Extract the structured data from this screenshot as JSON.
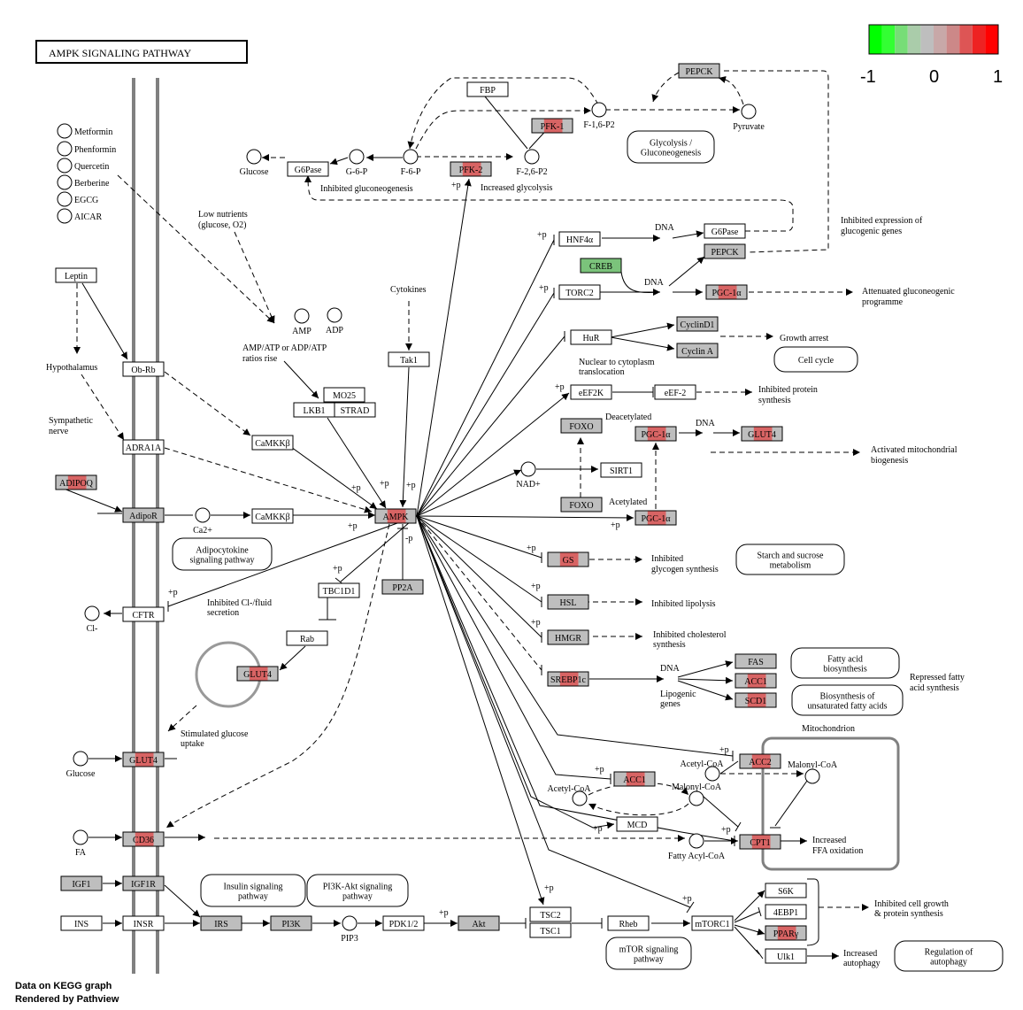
{
  "title": "AMPK SIGNALING PATHWAY",
  "legend": {
    "min_label": "-1",
    "mid_label": "0",
    "max_label": "1",
    "colors": [
      "#00ff00",
      "#33ff33",
      "#77dd77",
      "#aaccaa",
      "#bebebe",
      "#c8a8a8",
      "#cc8888",
      "#dd5555",
      "#ee2222",
      "#ff0000"
    ]
  },
  "footer": {
    "line1": "Data on KEGG graph",
    "line2": "Rendered by Pathview"
  },
  "colors": {
    "gray": "#bebebe",
    "white": "#ffffff",
    "red": "#dd5555",
    "light_red": "#d58a8a",
    "green": "#7bc37b",
    "membrane": "#808080"
  },
  "genes": {
    "pepck_top": "PEPCK",
    "fbp": "FBP",
    "pfk1": "PFK-1",
    "pfk2": "PFK-2",
    "g6pase_top": "G6Pase",
    "hnf4a": "HNF4α",
    "g6pase_r": "G6Pase",
    "pepck_r": "PEPCK",
    "creb": "CREB",
    "torc2": "TORC2",
    "pgc1a_1": "PGC-1α",
    "hur": "HuR",
    "cyclind1": "CyclinD1",
    "cyclina": "Cyclin A",
    "eef2k": "eEF2K",
    "eef2": "eEF-2",
    "foxo_1": "FOXO",
    "pgc1a_2": "PGC-1α",
    "glut4_r": "GLUT4",
    "sirt1": "SIRT1",
    "foxo_2": "FOXO",
    "pgc1a_3": "PGC-1α",
    "leptin": "Leptin",
    "obrb": "Ob-Rb",
    "adra1a": "ADRA1A",
    "adipoq": "ADIPOQ",
    "adipor": "AdipoR",
    "camkkb_1": "CaMKKβ",
    "camkkb_2": "CaMKKβ",
    "mo25": "MO25",
    "lkb1": "LKB1",
    "strad": "STRAD",
    "tak1": "Tak1",
    "ampk": "AMPK",
    "pp2a": "PP2A",
    "tbc1d1": "TBC1D1",
    "rab": "Rab",
    "glut4_c": "GLUT4",
    "cftr": "CFTR",
    "glut4_m": "GLUT4",
    "cd36": "CD36",
    "gs": "GS",
    "hsl": "HSL",
    "hmgr": "HMGR",
    "srebp1c": "SREBP1c",
    "fas": "FAS",
    "acc1_r": "ACC1",
    "scd1": "SCD1",
    "acc2": "ACC2",
    "acc1_b": "ACC1",
    "mcd": "MCD",
    "cpt1": "CPT1",
    "igf1": "IGF1",
    "igf1r": "IGF1R",
    "ins": "INS",
    "insr": "INSR",
    "irs": "IRS",
    "pi3k": "PI3K",
    "pdk12": "PDK1/2",
    "akt": "Akt",
    "tsc2": "TSC2",
    "tsc1": "TSC1",
    "rheb": "Rheb",
    "mtorc1": "mTORC1",
    "s6k": "S6K",
    "4ebp1": "4EBP1",
    "ppary": "PPARγ",
    "ulk1": "Ulk1"
  },
  "compounds": {
    "metformin": "Metformin",
    "phenformin": "Phenformin",
    "quercetin": "Quercetin",
    "berberine": "Berberine",
    "egcg": "EGCG",
    "aicar": "AICAR",
    "amp": "AMP",
    "adp": "ADP",
    "glucose_top": "Glucose",
    "g6p": "G-6-P",
    "f6p": "F-6-P",
    "f26p2": "F-2,6-P2",
    "f16p2": "F-1,6-P2",
    "pyruvate": "Pyruvate",
    "ca": "Ca2+",
    "nad": "NAD+",
    "cl": "Cl-",
    "glucose_m": "Glucose",
    "fa": "FA",
    "pip3": "PIP3",
    "acetyl_coa_1": "Acetyl-CoA",
    "acetyl_coa_2": "Acetyl-CoA",
    "malonyl_coa_1": "Malonyl-CoA",
    "malonyl_coa_2": "Malonyl-CoA",
    "fatty_acyl_coa": "Fatty Acyl-CoA"
  },
  "maps": {
    "glycolysis": [
      "Glycolysis /",
      "Gluconeogenesis"
    ],
    "adipocytokine": [
      "Adipocytokine",
      "signaling pathway"
    ],
    "cell_cycle": "Cell cycle",
    "starch": [
      "Starch and sucrose",
      "metabolism"
    ],
    "fatty_acid": [
      "Fatty acid",
      "biosynthesis"
    ],
    "unsat_fa": [
      "Biosynthesis of",
      "unsaturated fatty acids"
    ],
    "insulin": [
      "Insulin signaling",
      "pathway"
    ],
    "pi3k_akt": [
      "PI3K-Akt signaling",
      "pathway"
    ],
    "mtor": [
      "mTOR signaling",
      "pathway"
    ],
    "autophagy": [
      "Regulation of",
      "autophagy"
    ]
  },
  "labels": {
    "inhibited_gluconeogenesis": "Inhibited gluconeogenesis",
    "increased_glycolysis": "Increased glycolysis",
    "low_nutrients_1": "Low nutrients",
    "low_nutrients_2": "(glucose, O2)",
    "ratios_1": "AMP/ATP or ADP/ATP",
    "ratios_2": "ratios rise",
    "cytokines": "Cytokines",
    "hypothalamus": "Hypothalamus",
    "sympathetic_1": "Sympathetic",
    "sympathetic_2": "nerve",
    "inhibited_expr_1": "Inhibited expression of",
    "inhibited_expr_2": "glucogenic genes",
    "attenuated_1": "Attenuated gluconeogenic",
    "attenuated_2": "programme",
    "growth_arrest": "Growth arrest",
    "nuclear_1": "Nuclear to cytoplasm",
    "nuclear_2": "translocation",
    "inhibited_protein_1": "Inhibited protein",
    "inhibited_protein_2": "synthesis",
    "deacetylated": "Deacetylated",
    "acetylated": "Acetylated",
    "activated_mito_1": "Activated mitochondrial",
    "activated_mito_2": "biogenesis",
    "inhibited_glycogen_1": "Inhibited",
    "inhibited_glycogen_2": "glycogen synthesis",
    "inhibited_lipolysis": "Inhibited lipolysis",
    "inhibited_chol_1": "Inhibited cholesterol",
    "inhibited_chol_2": "synthesis",
    "lipogenic_1": "Lipogenic",
    "lipogenic_2": "genes",
    "repressed_fa_1": "Repressed fatty",
    "repressed_fa_2": "acid synthesis",
    "mitochondrion": "Mitochondrion",
    "increased_ffa_1": "Increased",
    "increased_ffa_2": "FFA oxidation",
    "inhibited_cl_1": "Inhibited Cl-/fluid",
    "inhibited_cl_2": "secretion",
    "stimulated_glucose_1": "Stimulated glucose",
    "stimulated_glucose_2": "uptake",
    "inhibited_cell_growth_1": "Inhibited cell growth",
    "inhibited_cell_growth_2": "& protein synthesis",
    "increased_autophagy_1": "Increased",
    "increased_autophagy_2": "autophagy",
    "dna": "DNA",
    "plus_p": "+p",
    "minus_p": "-p"
  }
}
